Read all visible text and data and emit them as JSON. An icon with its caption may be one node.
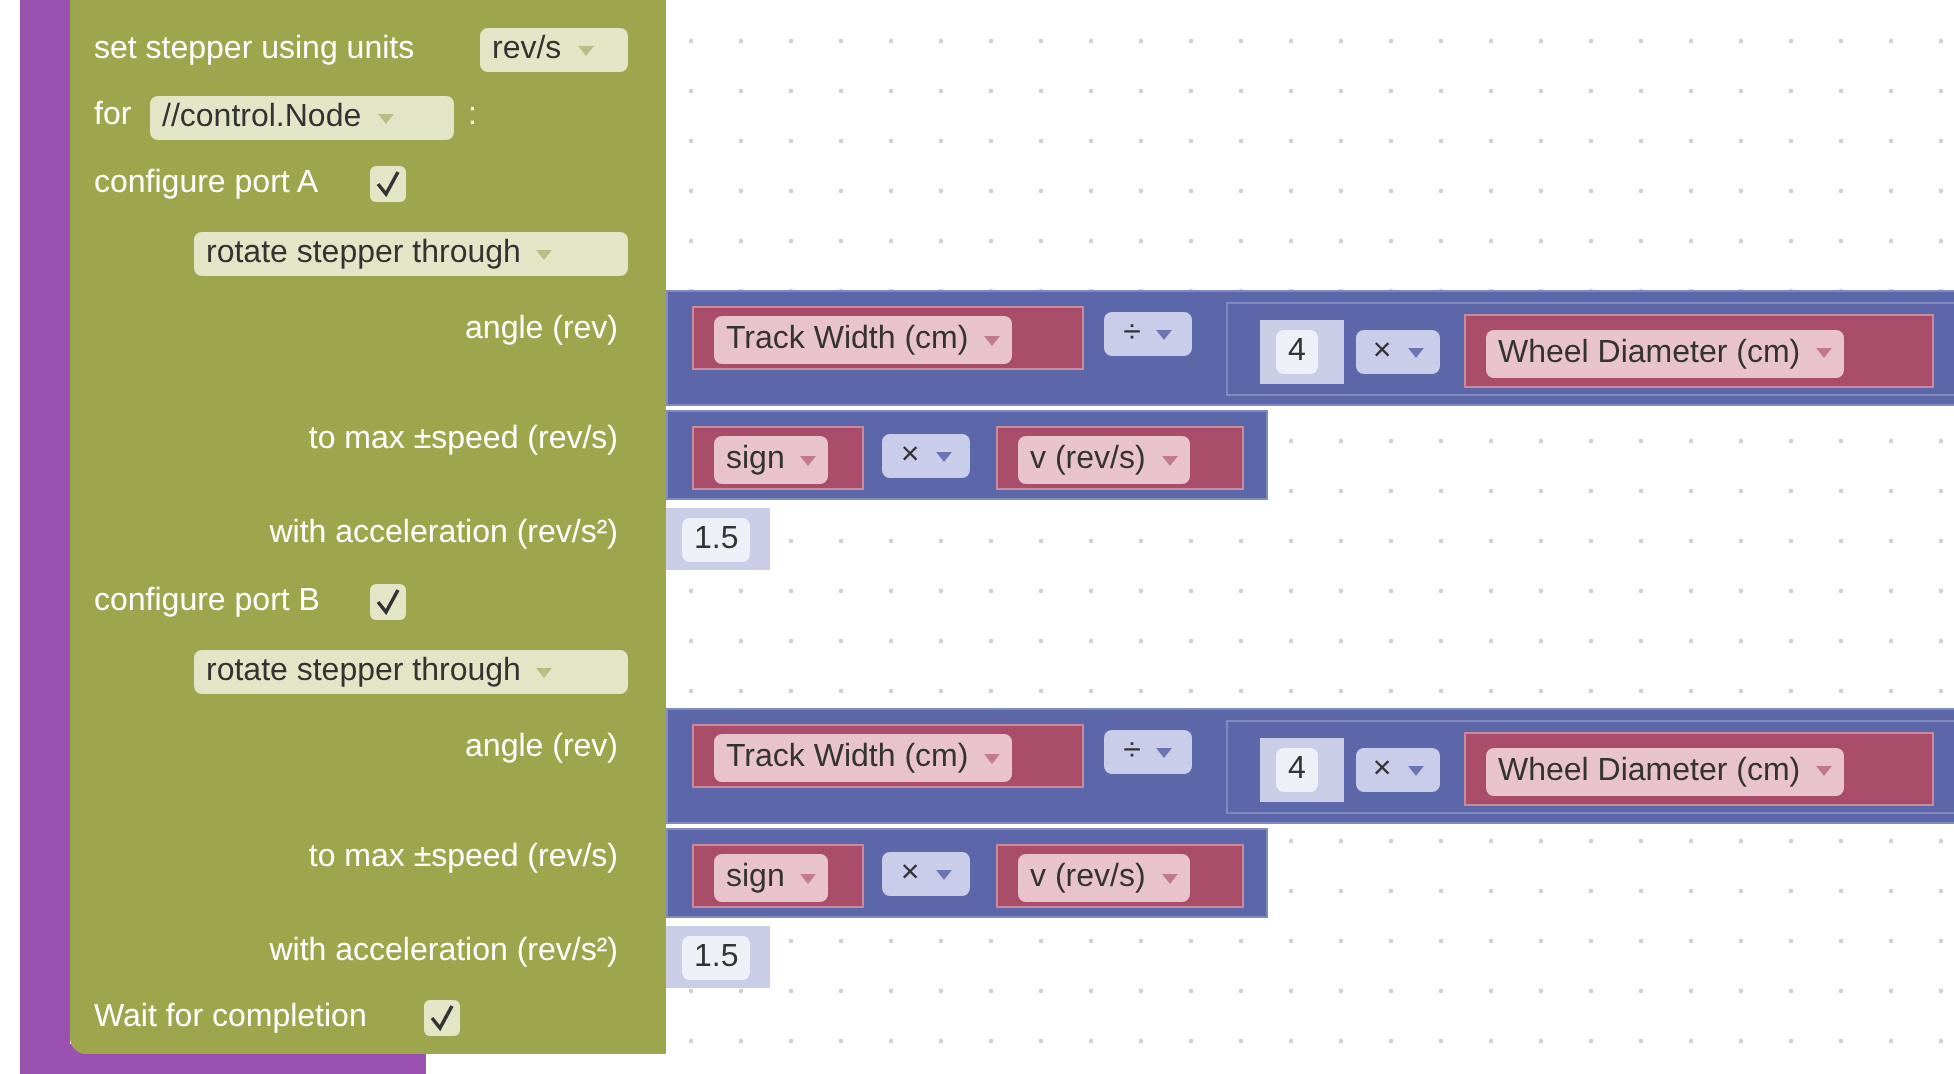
{
  "diagram": {
    "nodes": [
      {
        "text": [],
        "shape": "box"
      },
      {
        "text": [
          "set stepper using units",
          "for",
          ":",
          "configure port A",
          "angle (rev)",
          "to max ±speed (rev/s)",
          "with acceleration (rev/s²)",
          "configure port B",
          "angle (rev)",
          "to max ±speed (rev/s)",
          "with acceleration (rev/s²)",
          "Wait for completion"
        ]
      },
      {
        "text": [
          "rev/s"
        ],
        "in": 1
      },
      {
        "text": [
          "//control.Node"
        ],
        "in": 1
      },
      {
        "text": [
          "rotate stepper through"
        ],
        "in": 1
      },
      {
        "text": [],
        "shape": "box"
      },
      {
        "text": [
          "Track Width (cm)"
        ],
        "in": 5
      },
      {
        "text": [
          "÷"
        ],
        "in": 5
      },
      {
        "text": [],
        "shape": "box",
        "in": 5
      },
      {
        "text": [
          "4"
        ],
        "in": 8
      },
      {
        "text": [
          "×"
        ],
        "in": 8
      },
      {
        "text": [
          "Wheel Diameter (cm)"
        ],
        "in": 8
      },
      {
        "text": [],
        "shape": "box"
      },
      {
        "text": [
          "sign"
        ],
        "in": 12
      },
      {
        "text": [
          "×"
        ],
        "in": 12
      },
      {
        "text": [
          "v (rev/s)"
        ],
        "in": 12
      },
      {
        "text": [
          "1.5"
        ]
      },
      {
        "text": [
          "rotate stepper through"
        ],
        "in": 1
      },
      {
        "text": [],
        "shape": "box"
      },
      {
        "text": [
          "Track Width (cm)"
        ],
        "in": 18
      },
      {
        "text": [
          "÷"
        ],
        "in": 18
      },
      {
        "text": [],
        "shape": "box",
        "in": 18
      },
      {
        "text": [
          "4"
        ],
        "in": 21
      },
      {
        "text": [
          "×"
        ],
        "in": 21
      },
      {
        "text": [
          "Wheel Diameter (cm)"
        ],
        "in": 21
      },
      {
        "text": [],
        "shape": "box"
      },
      {
        "text": [
          "sign"
        ],
        "in": 25
      },
      {
        "text": [
          "×"
        ],
        "in": 25
      },
      {
        "text": [
          "v (rev/s)"
        ],
        "in": 25
      },
      {
        "text": [
          "1.5"
        ]
      }
    ],
    "edges": []
  }
}
